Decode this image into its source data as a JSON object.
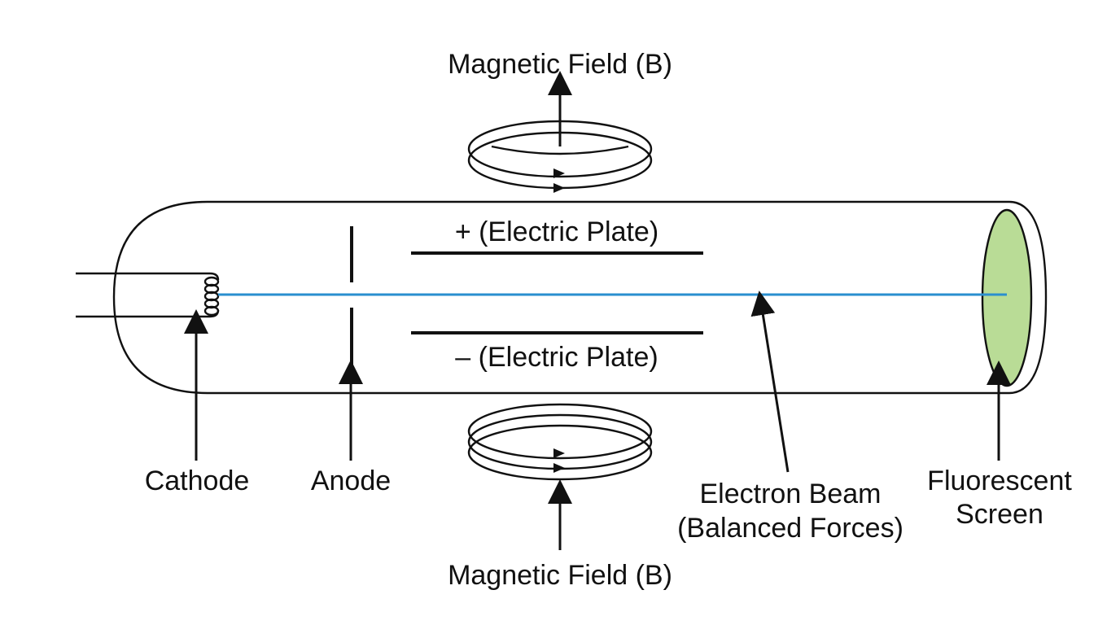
{
  "labels": {
    "magnetic_field_top": "Magnetic Field (B)",
    "magnetic_field_bottom": "Magnetic Field (B)",
    "plate_positive": "+ (Electric Plate)",
    "plate_negative": "– (Electric Plate)",
    "cathode": "Cathode",
    "anode": "Anode",
    "electron_beam_line1": "Electron Beam",
    "electron_beam_line2": "(Balanced Forces)",
    "screen_line1": "Fluorescent",
    "screen_line2": "Screen"
  },
  "colors": {
    "beam": "#2a8fcf",
    "screen_fill": "#b9dc96",
    "line": "#111111",
    "background": "#ffffff"
  }
}
